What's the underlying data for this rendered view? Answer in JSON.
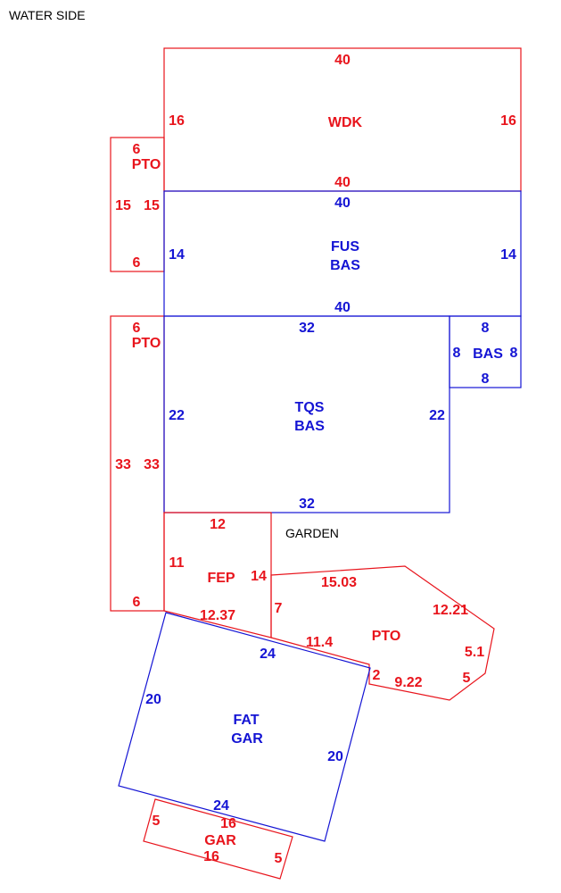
{
  "notes": {
    "water_side": "WATER SIDE",
    "garden": "GARDEN"
  },
  "colors": {
    "red": "#e8141c",
    "blue": "#1414d4"
  },
  "areas": {
    "wdk": {
      "code": "WDK",
      "top": "40",
      "bottom": "40",
      "left": "16",
      "right": "16"
    },
    "pto_upper": {
      "code": "PTO",
      "top": "6",
      "bottom": "6",
      "left": "15",
      "right": "15"
    },
    "fus_bas": {
      "code1": "FUS",
      "code2": "BAS",
      "top": "40",
      "bottom": "40",
      "left": "14",
      "right": "14"
    },
    "pto_left": {
      "code": "PTO",
      "top": "6",
      "bottom": "6",
      "left": "33",
      "right": "33"
    },
    "tqs_bas": {
      "code1": "TQS",
      "code2": "BAS",
      "top": "32",
      "bottom": "32",
      "left": "22",
      "right": "22"
    },
    "bas_small": {
      "code": "BAS",
      "top": "8",
      "bottom": "8",
      "left": "8",
      "right": "8"
    },
    "fep": {
      "code": "FEP",
      "top": "12",
      "left": "11",
      "right": "14",
      "bottom": "12.37"
    },
    "pto_garden": {
      "code": "PTO",
      "s1": "15.03",
      "s2": "12.21",
      "s3": "5.1",
      "s4": "5",
      "s5": "9.22",
      "s6": "2",
      "s7": "11.4",
      "s8": "7"
    },
    "fat_gar": {
      "code1": "FAT",
      "code2": "GAR",
      "top": "24",
      "bottom": "24",
      "left": "20",
      "right": "20"
    },
    "gar": {
      "code": "GAR",
      "top": "16",
      "bottom": "16",
      "left": "5",
      "right": "5"
    }
  }
}
